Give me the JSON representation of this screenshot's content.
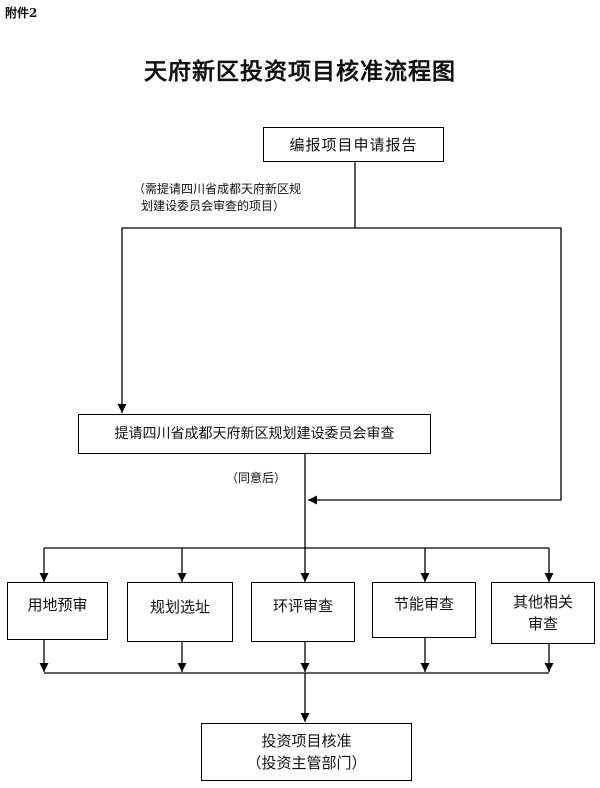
{
  "header": {
    "attachment": "附件2",
    "title": "天府新区投资项目核准流程图"
  },
  "nodes": {
    "compile": "编报项目申请报告",
    "committee": "提请四川省成都天府新区规划建设委员会审查",
    "land": "用地预审",
    "site": "规划选址",
    "env": "环评审查",
    "energy": "节能审查",
    "other_line1": "其他相关",
    "other_line2": "审查",
    "approve_line1": "投资项目核准",
    "approve_line2": "（投资主管部门）"
  },
  "notes": {
    "condition_line1": "（需提请四川省成都天府新区规",
    "condition_line2": "划建设委员会审查的项目）",
    "agreed": "（同意后）"
  },
  "colors": {
    "line": "#000000",
    "text": "#111111"
  }
}
